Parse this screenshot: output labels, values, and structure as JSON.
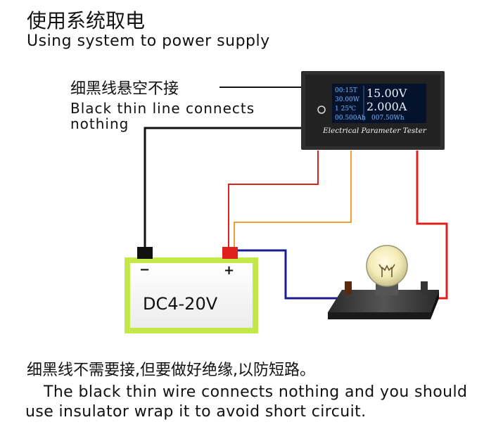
{
  "title": {
    "cn": "使用系统取电",
    "en": "Using system to power supply"
  },
  "black_line_label": {
    "cn": "细黑线悬空不接",
    "en_line1": "Black  thin  line connects",
    "en_line2": "nothing"
  },
  "meter": {
    "time": "00:15T",
    "power": "30.00W",
    "row3": "1   25℃",
    "capacity": "00.500Ah",
    "energy": "007.50Wh",
    "voltage": "15.00V",
    "current": "2.000A",
    "name": "Electrical Parameter Tester"
  },
  "battery": {
    "voltage": "DC4-20V",
    "minus": "−",
    "plus": "+"
  },
  "note": {
    "cn": "细黑线不需要接,但要做好绝缘,以防短路。",
    "en_line1": "The black thin wire connects nothing and you should",
    "en_line2": "use insulator wrap it to avoid short circuit."
  },
  "colors": {
    "red_wire": "#e0201c",
    "orange_wire": "#f0a030",
    "blue_wire": "#1c1e8c",
    "black_wire": "#111111",
    "battery_border": "#c4e84a",
    "screen_blue": "#6fb8ff",
    "screen_white": "#e8f2ff"
  }
}
